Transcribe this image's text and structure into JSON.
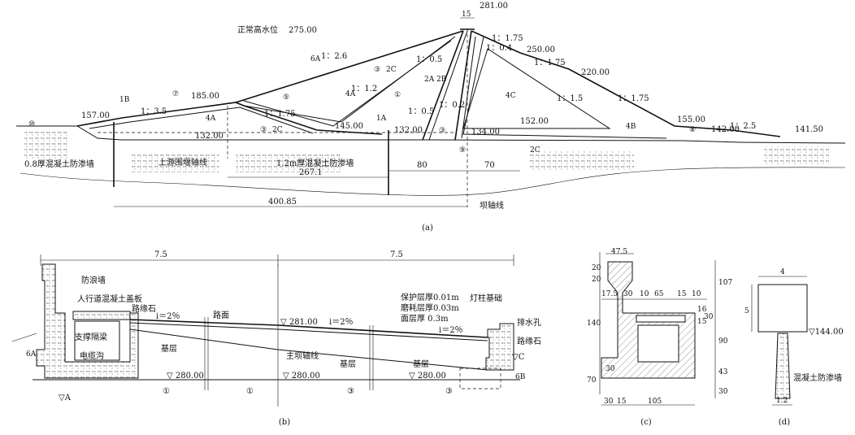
{
  "captions": {
    "a": "(a)",
    "b": "(b)",
    "c": "(c)",
    "d": "(d)"
  },
  "fig_a": {
    "crest_width": "15",
    "crest_elev": "281.00",
    "normal_high_water_label": "正常高水位",
    "normal_high_water_elev": "275.00",
    "elev_250": "250.00",
    "elev_220": "220.00",
    "elev_185": "185.00",
    "elev_157": "157.00",
    "elev_155": "155.00",
    "elev_152": "152.00",
    "elev_145": "145.00",
    "elev_142": "142.00",
    "elev_141_5": "141.50",
    "elev_134": "134.00",
    "elev_132a": "132.00",
    "elev_132b": "132.00",
    "slopes": [
      "1：2.6",
      "1：3.5",
      "1：1.75",
      "1：1.2",
      "1：0.5",
      "1：0.5",
      "1：0.2",
      "1：0.4",
      "1：1.75",
      "1：1.75",
      "1：1.5",
      "1：1.75",
      "1：2.5"
    ],
    "zones": [
      "⑩",
      "1B",
      "⑦",
      "4A",
      "6A",
      "⑤",
      "4A",
      "③",
      "2C",
      "①",
      "③",
      "2C",
      "1A",
      "2A",
      "2B",
      "③",
      "4C",
      "⑨",
      "2C",
      "4B",
      "⑧"
    ],
    "cutoff_08": "0.8厚混凝土防渗墙",
    "upstream_cofferdam_axis": "上游围堰轴线",
    "cutoff_12": "1.2m厚混凝土防渗墙",
    "dim_267": "267.1",
    "dim_80": "80",
    "dim_70": "70",
    "dim_400": "400.85",
    "dam_axis": "坝轴线"
  },
  "fig_b": {
    "dim_left": "7.5",
    "dim_right": "7.5",
    "wave_wall": "防浪墙",
    "sidewalk_cover": "人行道混凝土盖板",
    "curb_left": "路缘石",
    "support_beam": "支撑隔梁",
    "cable_trench": "电缆沟",
    "slope_left": "i＝2％",
    "road_surface": "路面",
    "elev_281": "▽ 281.00",
    "slope_mid": "i＝2％",
    "protect_layer": "保护层厚0.01m",
    "wear_layer": "磨耗层厚0.03m",
    "surface_layer": "面层厚 0.3m",
    "slope_right": "i＝2％",
    "lamp_base": "灯柱基础",
    "drain_hole": "排水孔",
    "curb_right": "路缘石",
    "base_left": "基层",
    "main_axis": "主坝轴线",
    "base_mid": "基层",
    "base_right": "基层",
    "elev_280a": "▽ 280.00",
    "elev_280b": "▽ 280.00",
    "elev_280c": "▽ 280.00",
    "zone_6a": "6A",
    "zone_6b": "6B",
    "mark_a": "▽A",
    "mark_c": "▽C",
    "bottom_zones": [
      "①",
      "①",
      "③",
      "③"
    ]
  },
  "fig_c": {
    "dims": [
      "47.5",
      "20",
      "20",
      "17.5",
      "30",
      "10",
      "65",
      "15",
      "10",
      "107",
      "16",
      "15",
      "30",
      "140",
      "90",
      "30",
      "43",
      "70",
      "30",
      "30",
      "15",
      "105"
    ]
  },
  "fig_d": {
    "width": "4",
    "height": "5",
    "elev": "▽144.00",
    "cutoff": "混凝土防渗墙",
    "thickness": "1.2"
  }
}
